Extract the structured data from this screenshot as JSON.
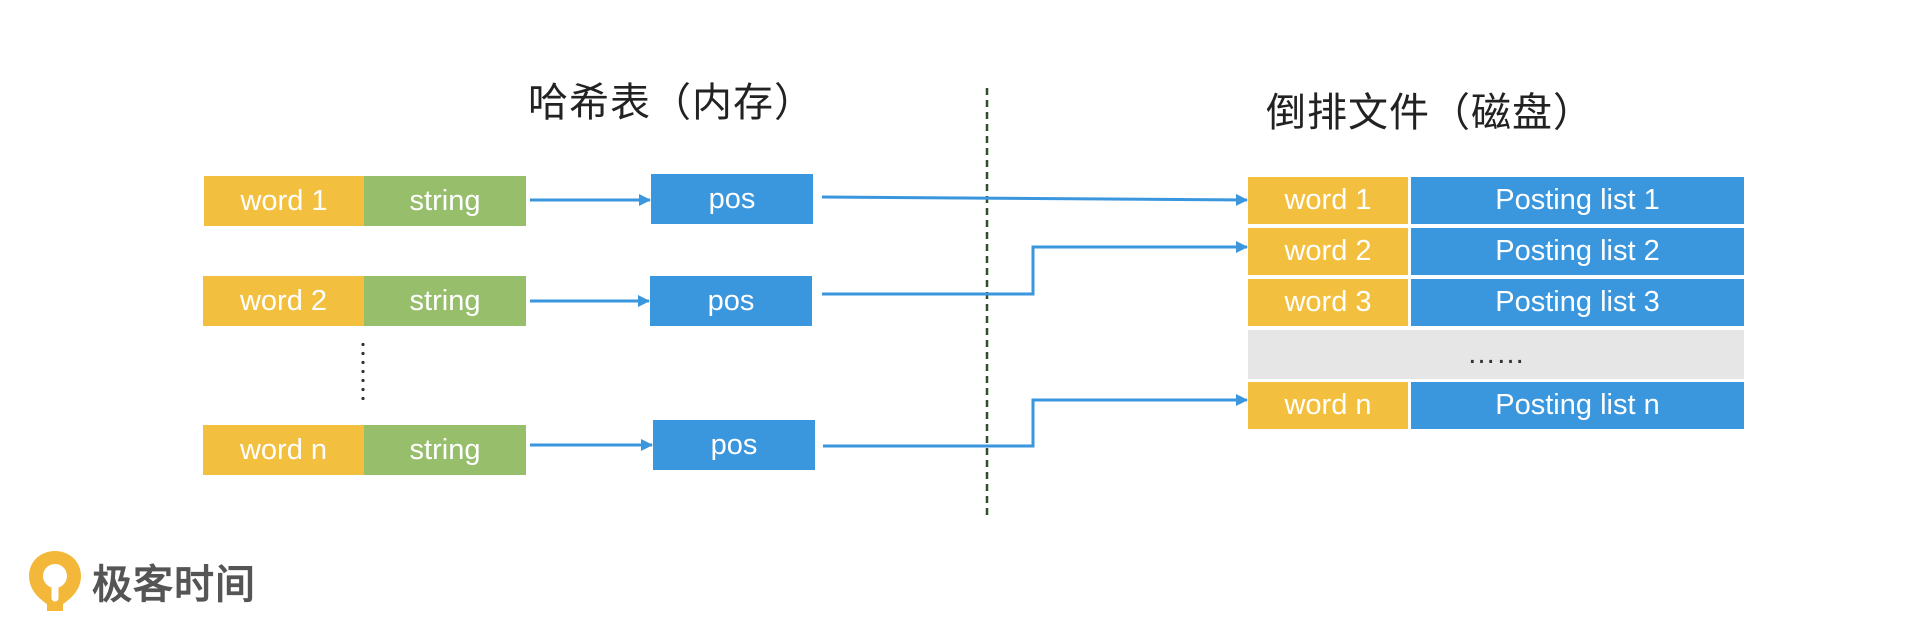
{
  "titles": {
    "hash_table": "哈希表（内存）",
    "inverted_file": "倒排文件（磁盘）"
  },
  "hash_rows": [
    {
      "word": "word 1",
      "value": "string",
      "pointer": "pos"
    },
    {
      "word": "word 2",
      "value": "string",
      "pointer": "pos"
    },
    {
      "word": "word n",
      "value": "string",
      "pointer": "pos"
    }
  ],
  "posting_rows": [
    {
      "word": "word 1",
      "list": "Posting list 1"
    },
    {
      "word": "word 2",
      "list": "Posting list 2"
    },
    {
      "word": "word 3",
      "list": "Posting list 3"
    },
    {
      "word": "",
      "list": "……"
    },
    {
      "word": "word n",
      "list": "Posting list n"
    }
  ],
  "logo": {
    "text": "极客时间"
  },
  "colors": {
    "word": "#f3bf3f",
    "string": "#97be6b",
    "pos": "#3a96dd",
    "posting": "#3a96dd",
    "ellipsis_row": "#e6e6e6",
    "arrow": "#3a96dd",
    "divider": "#2f4f2f"
  }
}
